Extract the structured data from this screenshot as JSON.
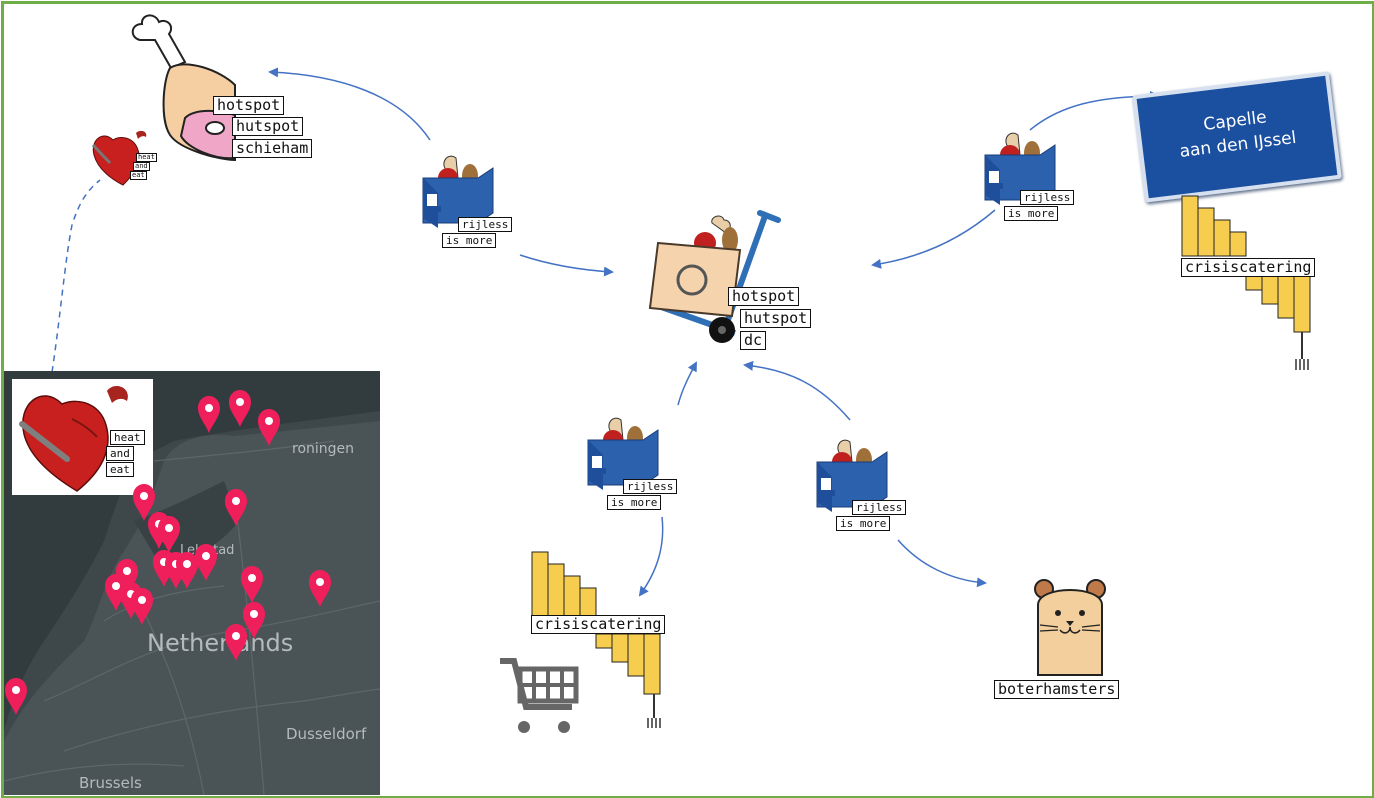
{
  "hub": {
    "lines": [
      "hotspot",
      "hutspot",
      "dc"
    ]
  },
  "ham": {
    "lines": [
      "hotspot",
      "hutspot",
      "schieham"
    ]
  },
  "heat_and_eat": {
    "lines": [
      "heat",
      "and",
      "eat"
    ]
  },
  "rijless": {
    "lines": [
      "rijless",
      "is more"
    ]
  },
  "crisiscatering": {
    "label": "crisiscatering"
  },
  "boterhamsters": {
    "label": "boterhamsters"
  },
  "sign": {
    "line1": "Capelle",
    "line2": "aan den IJssel"
  },
  "map": {
    "labels": [
      "roningen",
      "Lelystad",
      "Netherlands",
      "Dusseldorf",
      "Brussels"
    ],
    "pin_color": "#ef1f5c"
  },
  "colors": {
    "frame": "#6fae47",
    "arrow": "#4472c4",
    "box_blue": "#1f4e9a",
    "stair_yellow": "#f7cd4f"
  }
}
